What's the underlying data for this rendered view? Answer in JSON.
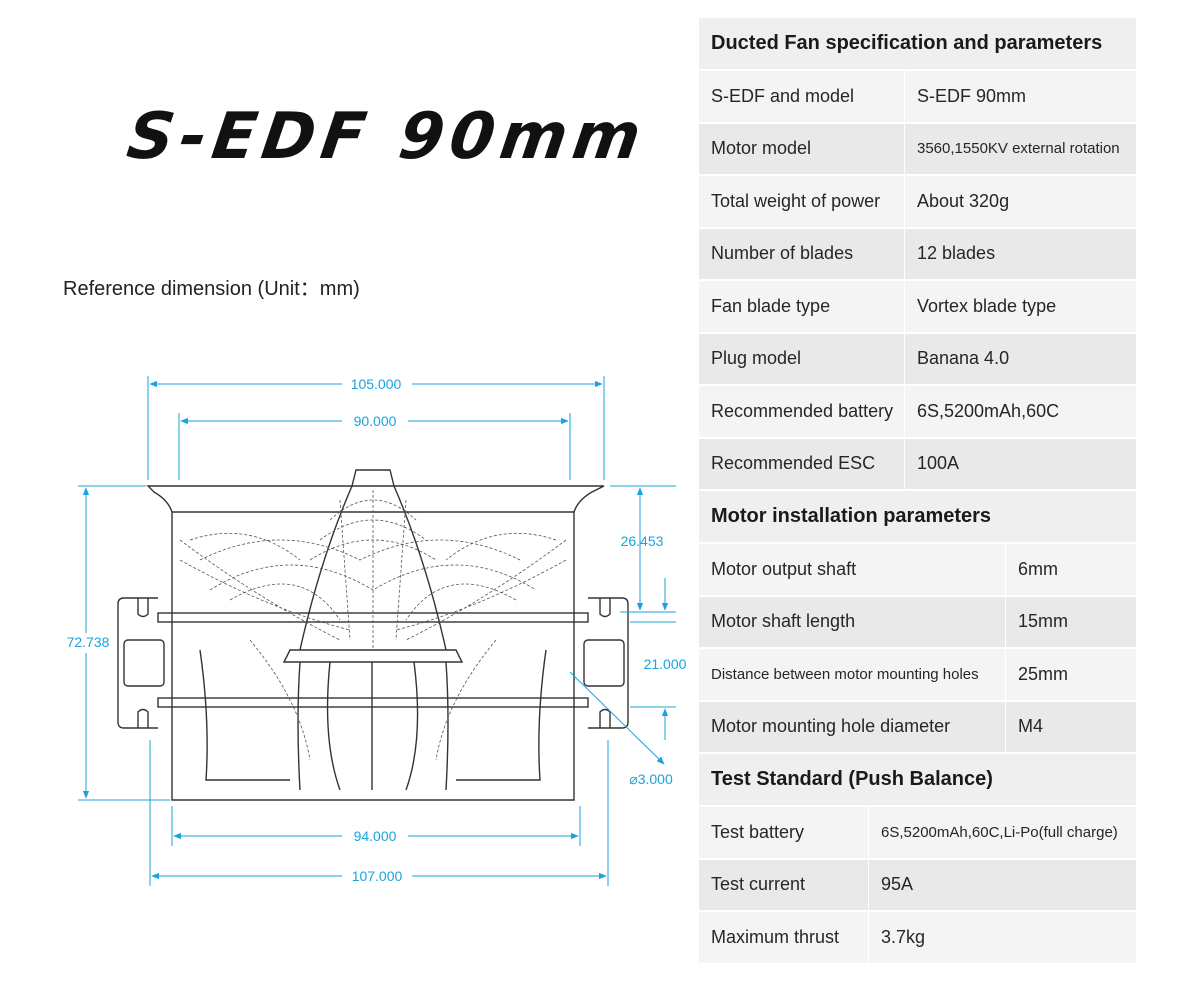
{
  "title": "S-EDF 90mm",
  "subtitle": "Reference dimension (Unit：mm)",
  "dimensions": {
    "d105": "105.000",
    "d90": "90.000",
    "d26": "26.453",
    "d72": "72.738",
    "d21": "21.000",
    "dhole": "⌀3.000",
    "d94": "94.000",
    "d107": "107.000"
  },
  "colors": {
    "dimension": "#1aa3de",
    "drawing": "#333333",
    "header_bg": "#efefef"
  },
  "spec": {
    "heading": "Ducted Fan specification and parameters",
    "rows": [
      {
        "k": "S-EDF and model",
        "v": "S-EDF 90mm"
      },
      {
        "k": "Motor model",
        "v": "3560,1550KV external rotation"
      },
      {
        "k": "Total weight of power",
        "v": "About 320g"
      },
      {
        "k": "Number of blades",
        "v": "12 blades"
      },
      {
        "k": "Fan blade type",
        "v": "Vortex blade type"
      },
      {
        "k": "Plug model",
        "v": "Banana 4.0"
      },
      {
        "k": "Recommended battery",
        "v": "6S,5200mAh,60C"
      },
      {
        "k": "Recommended ESC",
        "v": "100A"
      }
    ]
  },
  "motor": {
    "heading": "Motor installation parameters",
    "rows": [
      {
        "k": "Motor output shaft",
        "v": "6mm"
      },
      {
        "k": "Motor shaft length",
        "v": "15mm"
      },
      {
        "k": "Distance between motor mounting holes",
        "v": "25mm"
      },
      {
        "k": "Motor mounting hole diameter",
        "v": "M4"
      }
    ]
  },
  "test": {
    "heading": "Test Standard (Push Balance)",
    "rows": [
      {
        "k": "Test battery",
        "v": "6S,5200mAh,60C,Li-Po(full charge)"
      },
      {
        "k": "Test current",
        "v": "95A"
      },
      {
        "k": "Maximum thrust",
        "v": "3.7kg"
      }
    ]
  }
}
